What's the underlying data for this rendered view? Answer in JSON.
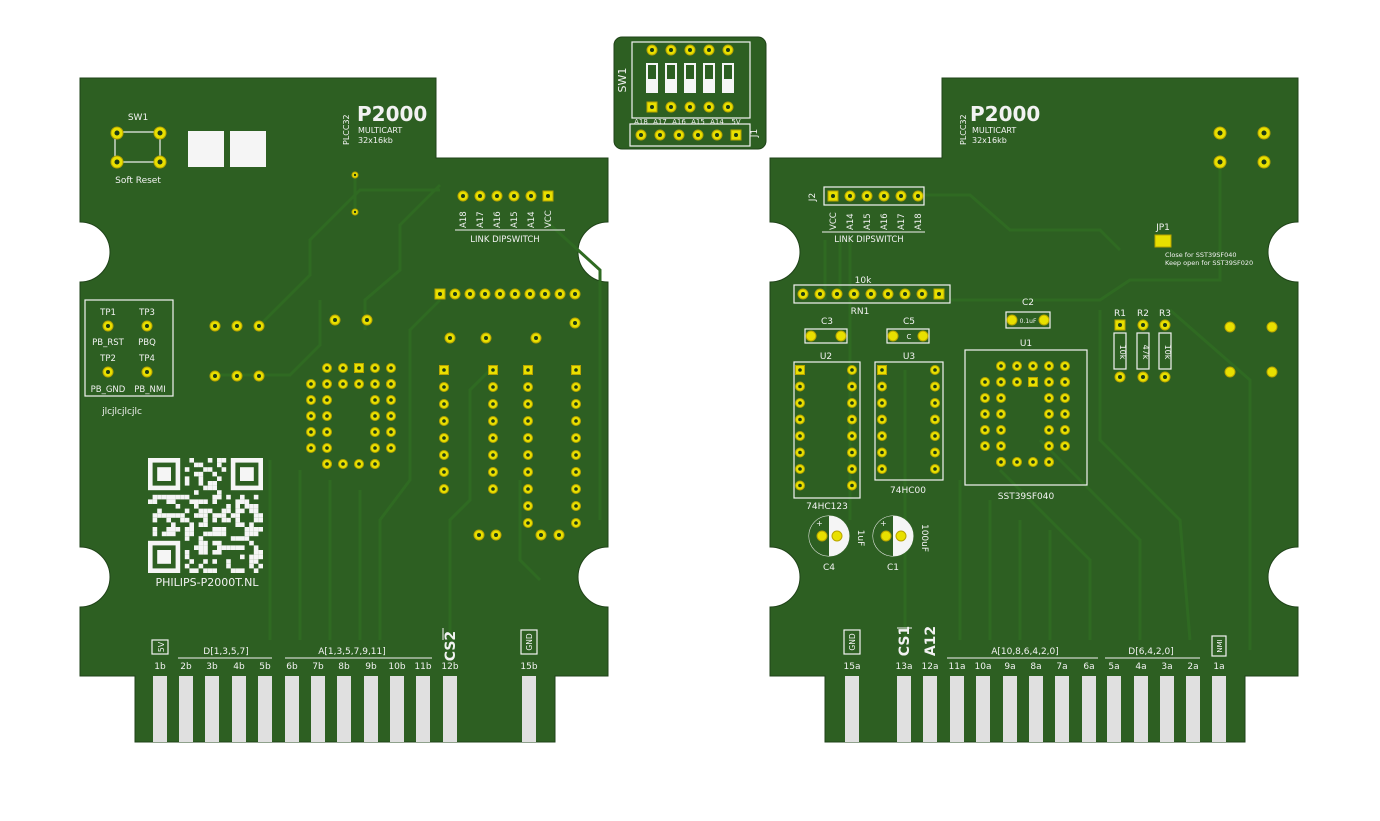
{
  "colors": {
    "pcb": "#2d5f22",
    "pad": "#e8e000",
    "silk": "#f2f2f2",
    "finger": "#e0e0e0"
  },
  "left": {
    "sw1": "SW1",
    "soft_reset": "Soft Reset",
    "plcc": "PLCC32",
    "title": "P2000",
    "multicart": "MULTICART",
    "size": "32x16kb",
    "dip_labels": [
      "A18",
      "A17",
      "A16",
      "A15",
      "A14",
      "VCC"
    ],
    "link_dipswitch": "LINK DIPSWITCH",
    "tp1": "TP1",
    "tp3": "TP3",
    "pb_rst": "PB_RST",
    "pbq": "PBQ",
    "tp2": "TP2",
    "tp4": "TP4",
    "pb_gnd": "PB_GND",
    "pb_nmi": "PB_NMI",
    "jlc": "jlcjlcjlcjlc",
    "website": "PHILIPS-P2000T.NL",
    "label_5v": "5V",
    "d_group": "D[1,3,5,7]",
    "a_group": "A[1,3,5,7,9,11]",
    "cs2": "CS2",
    "gnd": "GND",
    "fingers": [
      "1b",
      "2b",
      "3b",
      "4b",
      "5b",
      "6b",
      "7b",
      "8b",
      "9b",
      "10b",
      "11b",
      "12b",
      "15b"
    ]
  },
  "middle": {
    "sw1": "SW1",
    "labels": [
      "A18",
      "A17",
      "A16",
      "A15",
      "A14",
      "5V"
    ],
    "j1": "J1"
  },
  "right": {
    "plcc": "PLCC32",
    "title": "P2000",
    "multicart": "MULTICART",
    "size": "32x16kb",
    "j2": "J2",
    "dip_labels": [
      "VCC",
      "A14",
      "A15",
      "A16",
      "A17",
      "A18"
    ],
    "link_dipswitch": "LINK DIPSWITCH",
    "jp1": "JP1",
    "jp_note1": "Close for SST39SF040",
    "jp_note2": "Keep open for SST39SF020",
    "rn_value": "10k",
    "rn1": "RN1",
    "c2": "C2",
    "c2_value": "0.1uF",
    "c3": "C3",
    "c5": "C5",
    "c5_mark": "C",
    "r1": "R1",
    "r2": "R2",
    "r3": "R3",
    "r1_value": "10k",
    "r2_value": "47k",
    "r3_value": "10k",
    "u1": "U1",
    "u2": "U2",
    "u3": "U3",
    "u2_part": "74HC123",
    "u3_part": "74HC00",
    "u1_part": "SST39SF040",
    "c4": "C4",
    "c4_value": "1uF",
    "c1": "C1",
    "c1_value": "100uF",
    "gnd": "GND",
    "cs1": "CS1",
    "a12": "A12",
    "a_group": "A[10,8,6,4,2,0]",
    "d_group": "D[6,4,2,0]",
    "nmi": "NMI",
    "fingers": [
      "15a",
      "13a",
      "12a",
      "11a",
      "10a",
      "9a",
      "8a",
      "7a",
      "6a",
      "5a",
      "4a",
      "3a",
      "2a",
      "1a"
    ]
  }
}
